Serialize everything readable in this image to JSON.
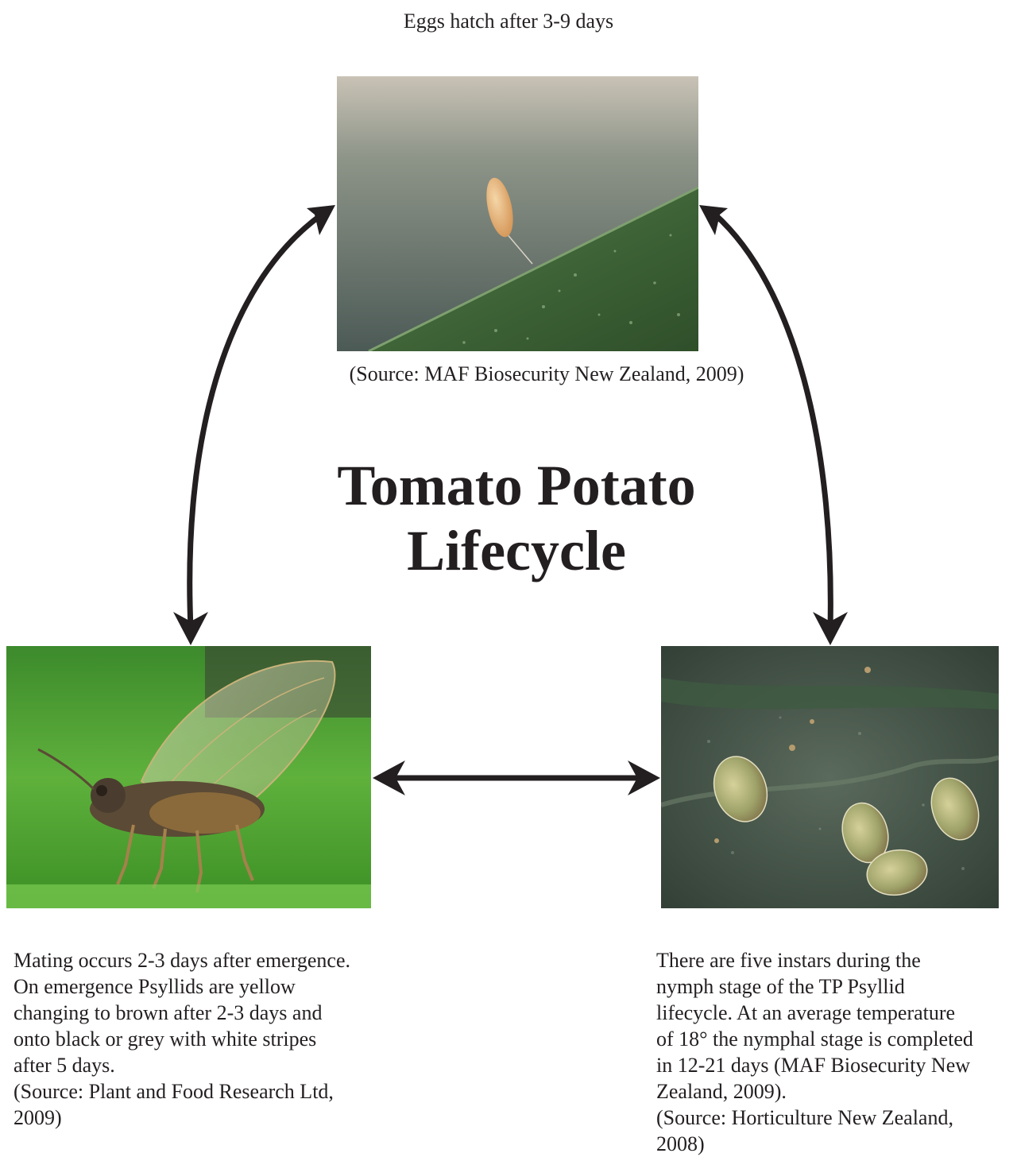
{
  "diagram": {
    "title_line1": "Tomato Potato",
    "title_line2": "Lifecycle",
    "top_caption": "Eggs hatch after 3-9 days",
    "egg": {
      "source": "(Source: MAF Biosecurity New Zealand, 2009)"
    },
    "adult": {
      "description": "Mating occurs 2-3 days after emergence.\nOn emergence Psyllids are yellow\nchanging to brown after 2-3 days and\nonto black or grey with white stripes\nafter 5 days.\n(Source: Plant and Food Research Ltd,\n2009)"
    },
    "nymph": {
      "description": "There are five instars during the\nnymph stage of the TP Psyllid\nlifecycle. At an average temperature\nof 18° the nymphal stage is completed\nin 12-21 days (MAF Biosecurity New\nZealand, 2009).\n(Source: Horticulture New Zealand,\n2008)"
    },
    "colors": {
      "text": "#231f20",
      "arrow": "#231f20"
    }
  }
}
